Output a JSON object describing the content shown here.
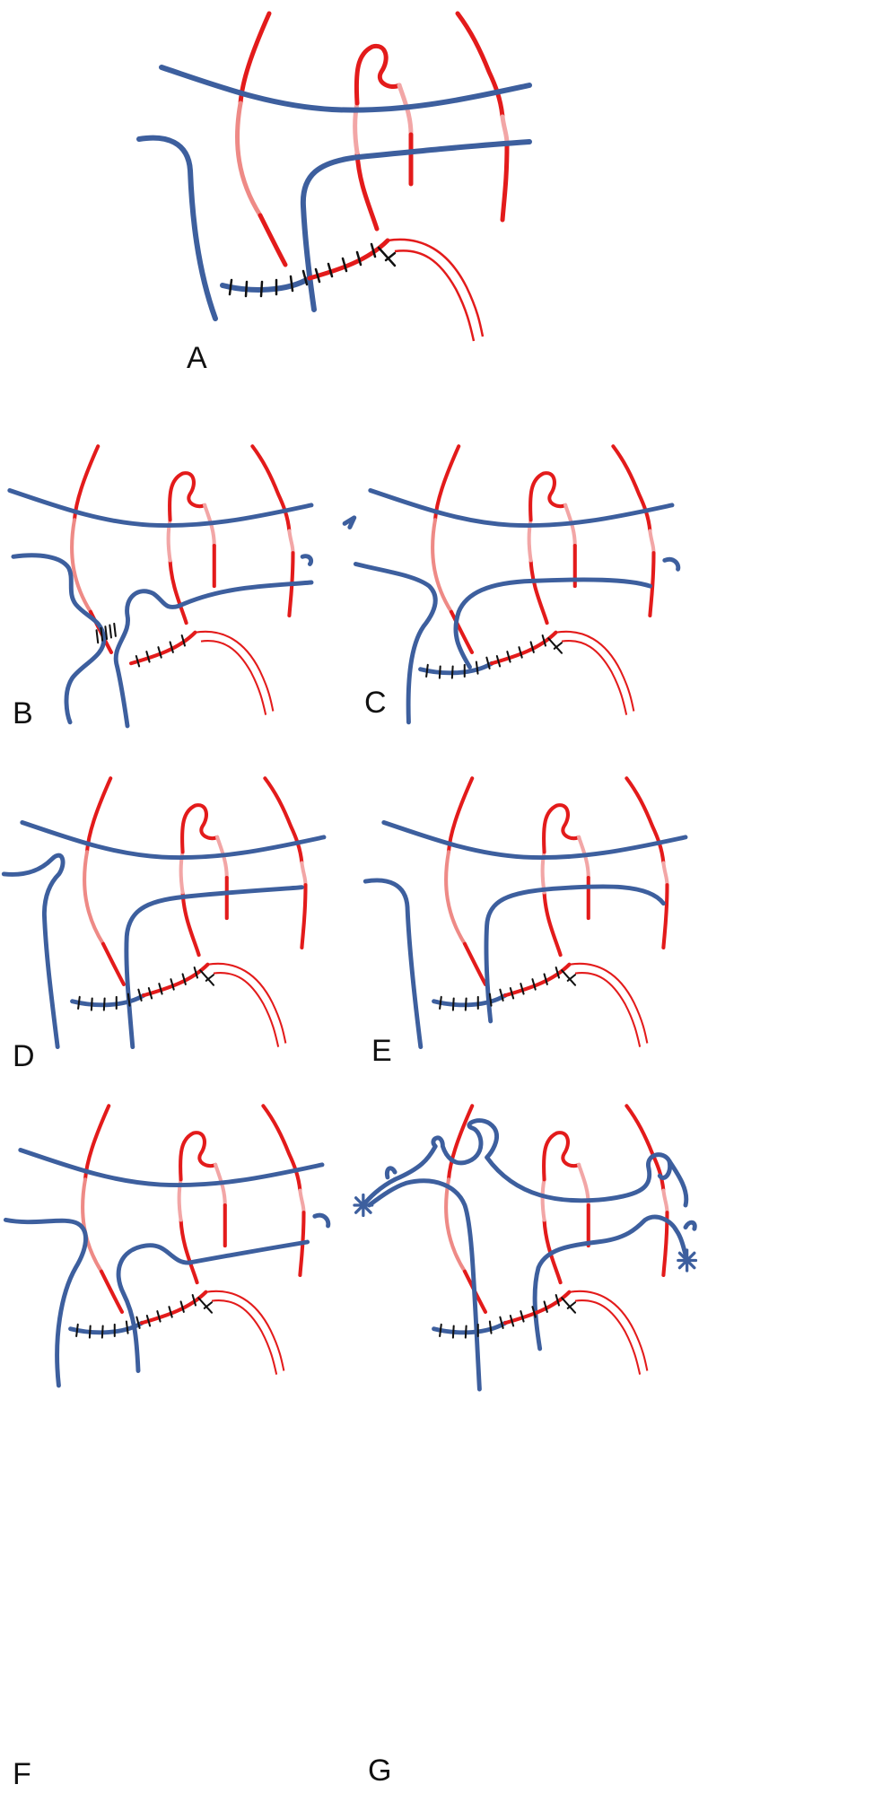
{
  "figure": {
    "panels": [
      {
        "id": "A",
        "label": "A"
      },
      {
        "id": "B",
        "label": "B"
      },
      {
        "id": "C",
        "label": "C"
      },
      {
        "id": "D",
        "label": "D"
      },
      {
        "id": "E",
        "label": "E"
      },
      {
        "id": "F",
        "label": "F"
      },
      {
        "id": "G",
        "label": "G"
      }
    ]
  },
  "colors": {
    "vein": "#3d5f9e",
    "artery": "#e31b1b",
    "artery_behind": "#f2a6a6",
    "suture": "#111111"
  }
}
